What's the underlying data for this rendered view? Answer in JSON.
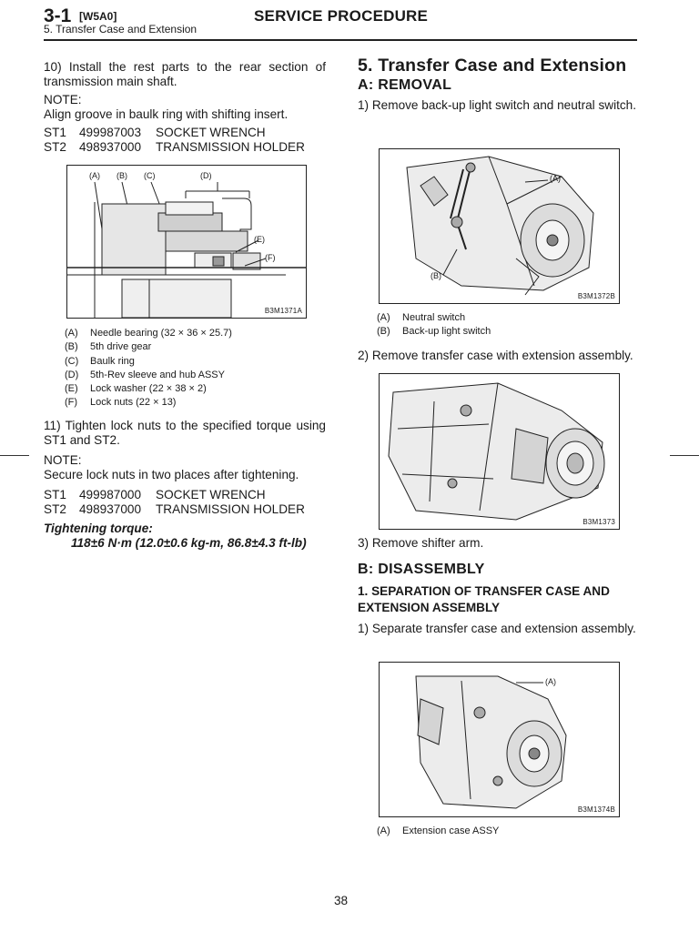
{
  "header": {
    "section_number": "3-1",
    "section_code": "[W5A0]",
    "title": "SERVICE PROCEDURE",
    "subtitle": "5.  Transfer Case and Extension"
  },
  "left": {
    "step10": "10)  Install the rest parts to the rear section of transmission main shaft.",
    "note1_label": "NOTE:",
    "note1_text": "Align groove in baulk ring with shifting insert.",
    "tools1": [
      {
        "id": "ST1",
        "num": "499987003",
        "name": "SOCKET WRENCH"
      },
      {
        "id": "ST2",
        "num": "498937000",
        "name": "TRANSMISSION HOLDER"
      }
    ],
    "fig1": {
      "code": "B3M1371A",
      "callouts": [
        "(A)",
        "(B)",
        "(C)",
        "(D)",
        "(E)",
        "(F)"
      ]
    },
    "legend1": [
      {
        "key": "(A)",
        "text": "Needle bearing (32 × 36 × 25.7)"
      },
      {
        "key": "(B)",
        "text": "5th drive gear"
      },
      {
        "key": "(C)",
        "text": "Baulk ring"
      },
      {
        "key": "(D)",
        "text": "5th-Rev sleeve and hub ASSY"
      },
      {
        "key": "(E)",
        "text": "Lock washer (22 × 38 × 2)"
      },
      {
        "key": "(F)",
        "text": "Lock nuts (22 × 13)"
      }
    ],
    "step11": "11)  Tighten lock nuts to the specified torque using ST1 and ST2.",
    "note2_label": "NOTE:",
    "note2_text": "Secure lock nuts in two places after tightening.",
    "tools2": [
      {
        "id": "ST1",
        "num": "499987000",
        "name": "SOCKET WRENCH"
      },
      {
        "id": "ST2",
        "num": "498937000",
        "name": "TRANSMISSION HOLDER"
      }
    ],
    "torque_label": "Tightening torque:",
    "torque_value": "118±6 N·m (12.0±0.6 kg-m, 86.8±4.3 ft-lb)"
  },
  "right": {
    "heading": "5.  Transfer Case and Extension",
    "removal_heading": "A:  REMOVAL",
    "step1": "1)  Remove back-up light switch and neutral switch.",
    "fig2": {
      "code": "B3M1372B",
      "callouts": [
        "(A)",
        "(B)"
      ]
    },
    "legend2": [
      {
        "key": "(A)",
        "text": "Neutral switch"
      },
      {
        "key": "(B)",
        "text": "Back-up light switch"
      }
    ],
    "step2": "2)  Remove transfer case with extension assembly.",
    "fig3": {
      "code": "B3M1373"
    },
    "step3": "3)  Remove shifter arm.",
    "disassembly_heading": "B:  DISASSEMBLY",
    "sub_heading": "1.  SEPARATION OF TRANSFER CASE AND EXTENSION ASSEMBLY",
    "dstep1": "1)  Separate transfer case and extension assembly.",
    "fig4": {
      "code": "B3M1374B",
      "callouts": [
        "(A)"
      ]
    },
    "legend4": [
      {
        "key": "(A)",
        "text": "Extension case ASSY"
      }
    ]
  },
  "page_number": "38"
}
